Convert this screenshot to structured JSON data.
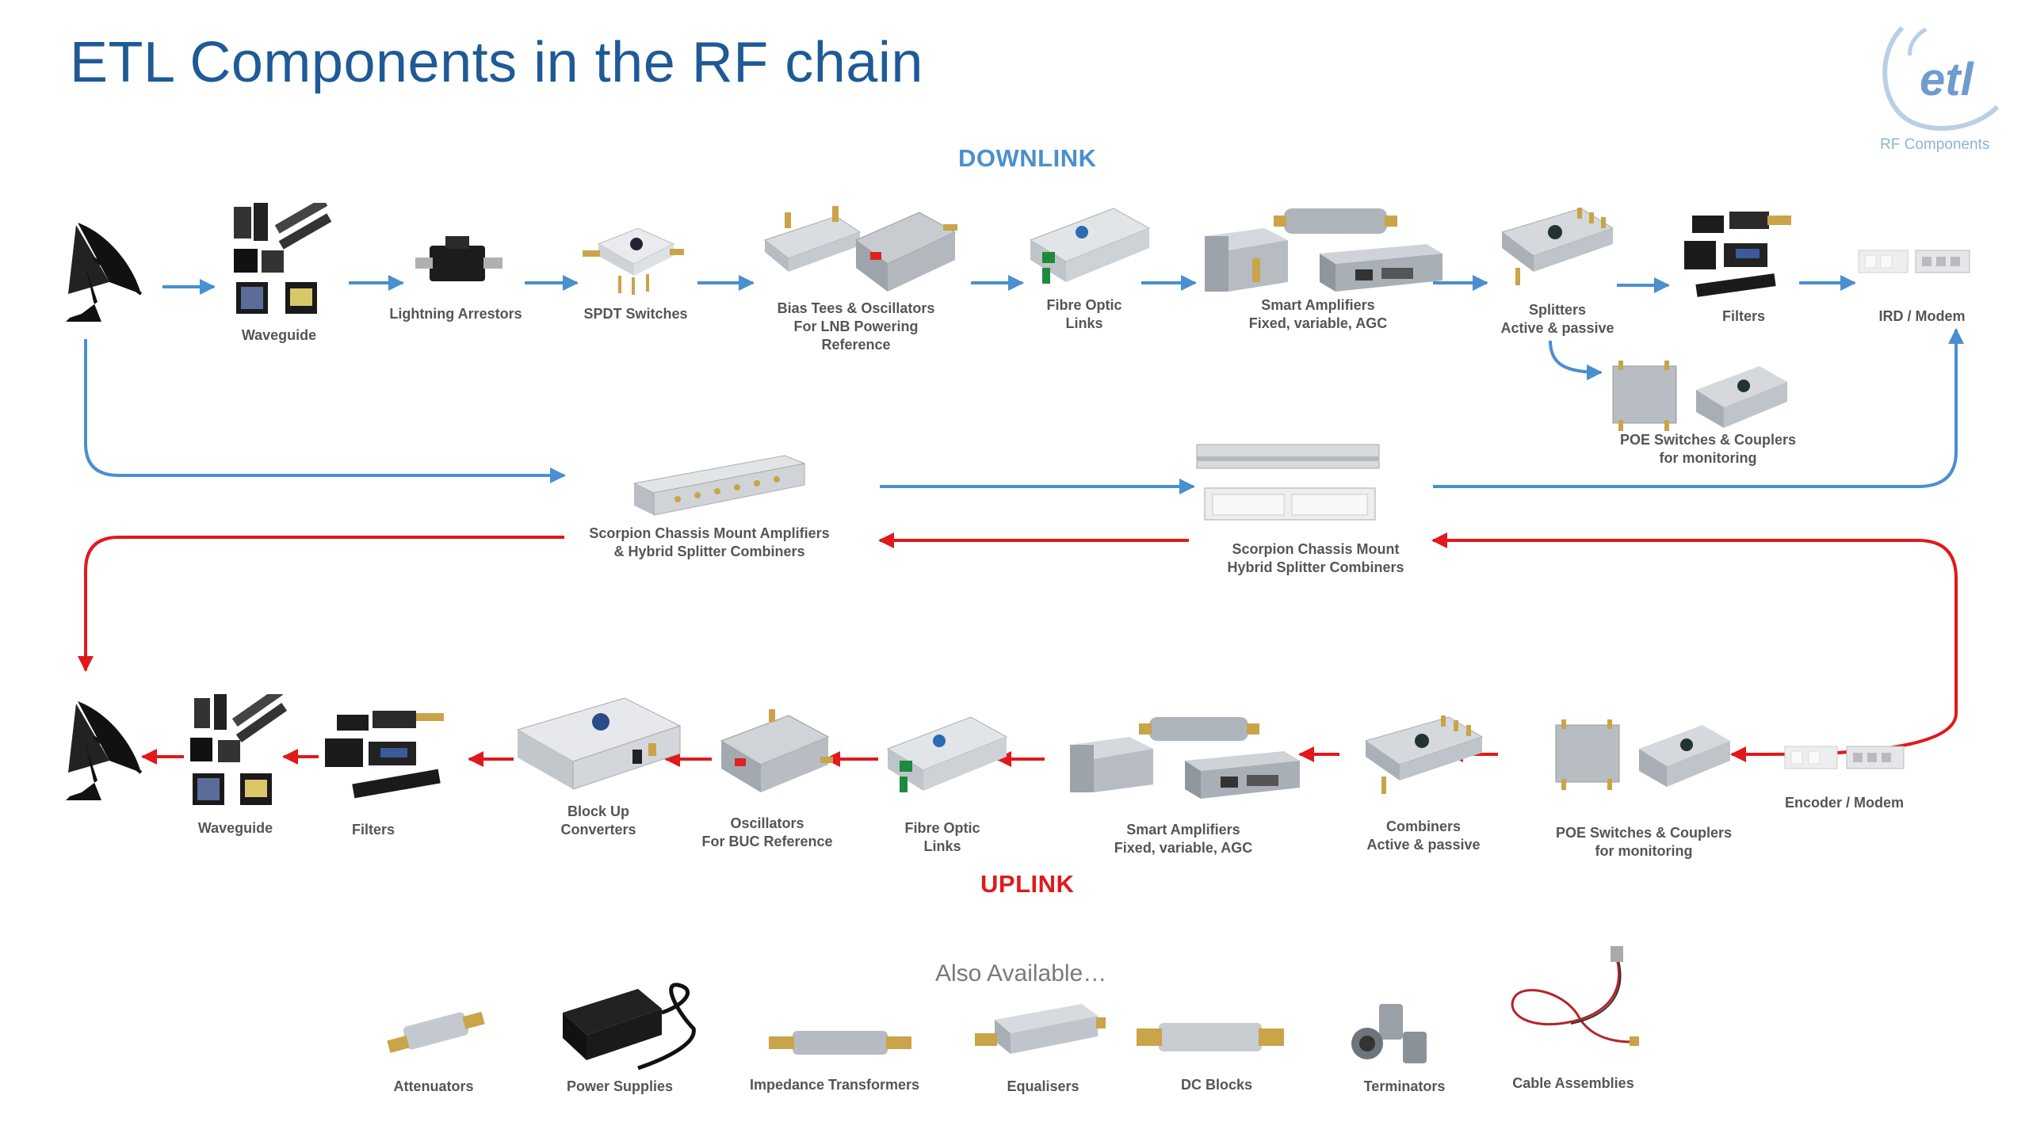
{
  "title": "ETL Components in the RF chain",
  "logo": {
    "mark": "etl",
    "subtitle": "RF Components"
  },
  "colors": {
    "title": "#1f5a96",
    "downlink": "#4a8fcf",
    "uplink": "#e0191b",
    "label": "#555555"
  },
  "downlink": {
    "heading": "DOWNLINK",
    "stages": [
      {
        "label": [
          "Waveguide"
        ],
        "icon": "waveguide-icon"
      },
      {
        "label": [
          "Lightning Arrestors"
        ],
        "icon": "lightning-arrestor-icon"
      },
      {
        "label": [
          "SPDT Switches"
        ],
        "icon": "spdt-switch-icon"
      },
      {
        "label": [
          "Bias Tees & Oscillators",
          "For LNB Powering",
          "Reference"
        ],
        "icon": "bias-tee-icon"
      },
      {
        "label": [
          "Fibre Optic",
          "Links"
        ],
        "icon": "fibre-optic-link-icon"
      },
      {
        "label": [
          "Smart Amplifiers",
          "Fixed, variable, AGC"
        ],
        "icon": "smart-amplifier-icon"
      },
      {
        "label": [
          "Splitters",
          "Active & passive"
        ],
        "icon": "splitter-icon"
      },
      {
        "label": [
          "Filters"
        ],
        "icon": "filter-icon"
      },
      {
        "label": [
          "IRD / Modem"
        ],
        "icon": "ird-modem-icon"
      }
    ],
    "branch": {
      "label": [
        "POE Switches & Couplers",
        "for monitoring"
      ],
      "icon": "poe-switch-icon"
    }
  },
  "middle": {
    "left": {
      "label": [
        "Scorpion Chassis Mount Amplifiers",
        "& Hybrid Splitter Combiners"
      ],
      "icon": "chassis-amplifier-icon"
    },
    "right": {
      "label": [
        "Scorpion Chassis Mount",
        "Hybrid Splitter Combiners"
      ],
      "icon": "chassis-combiner-icon"
    }
  },
  "uplink": {
    "heading": "UPLINK",
    "stages": [
      {
        "label": [
          "Waveguide"
        ],
        "icon": "waveguide-icon"
      },
      {
        "label": [
          "Filters"
        ],
        "icon": "filter-icon"
      },
      {
        "label": [
          "Block Up",
          "Converters"
        ],
        "icon": "block-up-converter-icon"
      },
      {
        "label": [
          "Oscillators",
          "For BUC Reference"
        ],
        "icon": "oscillator-icon"
      },
      {
        "label": [
          "Fibre Optic",
          "Links"
        ],
        "icon": "fibre-optic-link-icon"
      },
      {
        "label": [
          "Smart Amplifiers",
          "Fixed, variable, AGC"
        ],
        "icon": "smart-amplifier-icon"
      },
      {
        "label": [
          "Combiners",
          "Active & passive"
        ],
        "icon": "combiner-icon"
      },
      {
        "label": [
          "POE Switches & Couplers",
          "for monitoring"
        ],
        "icon": "poe-switch-icon"
      },
      {
        "label": [
          "Encoder / Modem"
        ],
        "icon": "encoder-modem-icon"
      }
    ]
  },
  "also_available": {
    "heading": "Also Available…",
    "items": [
      {
        "label": "Attenuators",
        "icon": "attenuator-icon"
      },
      {
        "label": "Power Supplies",
        "icon": "power-supply-icon"
      },
      {
        "label": "Impedance Transformers",
        "icon": "impedance-transformer-icon"
      },
      {
        "label": "Equalisers",
        "icon": "equaliser-icon"
      },
      {
        "label": "DC Blocks",
        "icon": "dc-block-icon"
      },
      {
        "label": "Terminators",
        "icon": "terminator-icon"
      },
      {
        "label": "Cable Assemblies",
        "icon": "cable-assembly-icon"
      }
    ]
  }
}
